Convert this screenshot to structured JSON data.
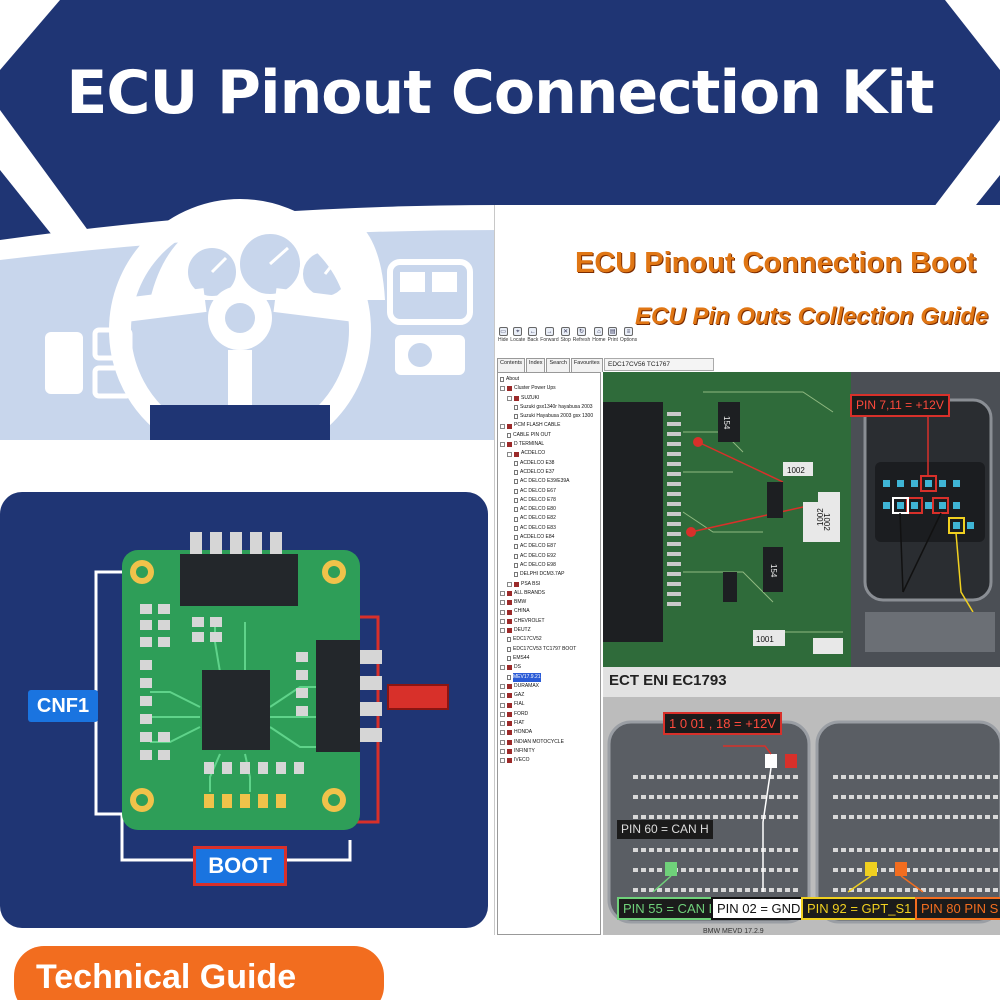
{
  "hero": {
    "title": "ECU Pinout Connection Kit"
  },
  "pcb": {
    "cnf1_label": "CNF1",
    "boot_label": "BOOT"
  },
  "software": {
    "boot_title": "ECU Pinout Connection Boot",
    "guide_title": "ECU Pin Outs Collection Guide",
    "toolbar": [
      "Hide",
      "Locate",
      "Back",
      "Forward",
      "Stop",
      "Refresh",
      "Home",
      "Print",
      "Options"
    ],
    "tabs": [
      "Contents",
      "Index",
      "Search",
      "Favourites"
    ],
    "document_tab": "EDC17CV56 TC1767",
    "tree": [
      {
        "label": "About",
        "kind": "page",
        "indent": 0
      },
      {
        "label": "Cluster Power Ups",
        "kind": "book",
        "indent": 0
      },
      {
        "label": "SUZUKI",
        "kind": "book",
        "indent": 1
      },
      {
        "label": "Suzuki gsx1340r hayabusa 2003",
        "kind": "page",
        "indent": 2
      },
      {
        "label": "Suzuki Hayabusa 2003 gsx 1300",
        "kind": "page",
        "indent": 2
      },
      {
        "label": "PCM FLASH CABLE",
        "kind": "book",
        "indent": 0
      },
      {
        "label": "CABLE PIN OUT",
        "kind": "page",
        "indent": 1
      },
      {
        "label": "D TERMINAL",
        "kind": "book",
        "indent": 0
      },
      {
        "label": "ACDELCO",
        "kind": "book",
        "indent": 1
      },
      {
        "label": "ACDELCO E38",
        "kind": "page",
        "indent": 2
      },
      {
        "label": "ACDELCO E37",
        "kind": "page",
        "indent": 2
      },
      {
        "label": "AC DELCO E39/E39A",
        "kind": "page",
        "indent": 2
      },
      {
        "label": "AC DELCO E67",
        "kind": "page",
        "indent": 2
      },
      {
        "label": "AC DELCO E78",
        "kind": "page",
        "indent": 2
      },
      {
        "label": "AC DELCO E80",
        "kind": "page",
        "indent": 2
      },
      {
        "label": "AC DELCO E82",
        "kind": "page",
        "indent": 2
      },
      {
        "label": "AC DELCO E83",
        "kind": "page",
        "indent": 2
      },
      {
        "label": "ACDELCO E84",
        "kind": "page",
        "indent": 2
      },
      {
        "label": "AC DELCO E87",
        "kind": "page",
        "indent": 2
      },
      {
        "label": "AC DELCO E92",
        "kind": "page",
        "indent": 2
      },
      {
        "label": "AC DELCO E98",
        "kind": "page",
        "indent": 2
      },
      {
        "label": "DELPHI DCM3.7AP",
        "kind": "page",
        "indent": 2
      },
      {
        "label": "PSA BSI",
        "kind": "book",
        "indent": 1
      },
      {
        "label": "ALL BRANDS",
        "kind": "book",
        "indent": 0
      },
      {
        "label": "BMW",
        "kind": "book",
        "indent": 0
      },
      {
        "label": "CHINA",
        "kind": "book",
        "indent": 0
      },
      {
        "label": "CHEVROLET",
        "kind": "book",
        "indent": 0
      },
      {
        "label": "DEUTZ",
        "kind": "book",
        "indent": 0
      },
      {
        "label": "EDC17CV52",
        "kind": "page",
        "indent": 1
      },
      {
        "label": "EDC17CV53 TC1797 BOOT",
        "kind": "page",
        "indent": 1
      },
      {
        "label": "EMS44",
        "kind": "page",
        "indent": 1
      },
      {
        "label": "DS",
        "kind": "book",
        "indent": 0
      },
      {
        "label": "MEV17.9.21",
        "kind": "page",
        "indent": 1,
        "selected": true
      },
      {
        "label": "DURAMAX",
        "kind": "book",
        "indent": 0
      },
      {
        "label": "GAZ",
        "kind": "book",
        "indent": 0
      },
      {
        "label": "FIAL",
        "kind": "book",
        "indent": 0
      },
      {
        "label": "FORD",
        "kind": "book",
        "indent": 0
      },
      {
        "label": "FIAT",
        "kind": "book",
        "indent": 0
      },
      {
        "label": "HONDA",
        "kind": "book",
        "indent": 0
      },
      {
        "label": "INDIAN MOTOCYCLE",
        "kind": "book",
        "indent": 0
      },
      {
        "label": "INFINITY",
        "kind": "book",
        "indent": 0
      },
      {
        "label": "IVECO",
        "kind": "book",
        "indent": 0
      }
    ],
    "ecu2_header": "ECT ENI EC1793",
    "pins": {
      "pin711": "PIN 7,11 = +12V",
      "pin1001": "1 0 01 , 18 = +12V",
      "pincan": "PIN 60 = CAN H",
      "pin55": "PIN 55 = CAN L",
      "pin02": "PIN 02 = GND",
      "pin92": "PIN 92 = GPT_S1",
      "pin80": "PIN 80 PIN S"
    },
    "chip_labels": [
      "1002",
      "1002",
      "1002",
      "154",
      "154",
      "1001"
    ],
    "footer_text": "BMW MEVD 17.2.9"
  },
  "badge": {
    "label": "Technical Guide"
  },
  "colors": {
    "navy": "#1f3574",
    "accent_orange": "#f26d1f",
    "title_orange": "#e07614",
    "pcb_green": "#2e9e58",
    "pin_red": "#d8302a",
    "label_blue": "#1a74e0"
  }
}
